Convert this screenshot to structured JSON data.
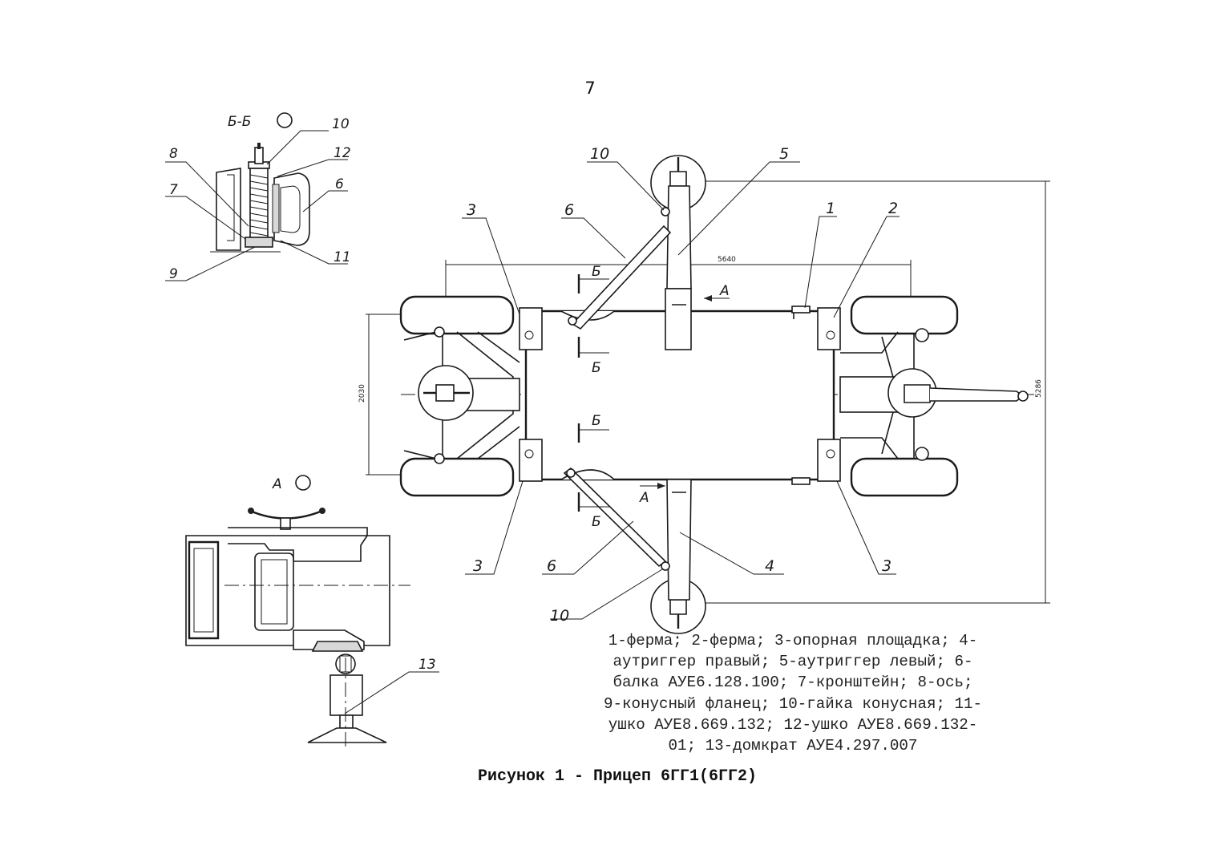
{
  "page_number": "7",
  "views": {
    "section_bb": {
      "title": "Б-Б"
    },
    "view_a": {
      "title": "А"
    }
  },
  "callouts": {
    "c1": "1",
    "c2": "2",
    "c3": "3",
    "c4": "4",
    "c5": "5",
    "c6": "6",
    "c7": "7",
    "c8": "8",
    "c9": "9",
    "c10": "10",
    "c11": "11",
    "c12": "12",
    "c13": "13"
  },
  "section_marks": {
    "b": "Б",
    "a": "А"
  },
  "dimensions": {
    "length": "5640",
    "width": "2030",
    "span": "5286"
  },
  "legend": "1-ферма; 2-ферма; 3-опорная площадка; 4-\nаутриггер правый; 5-аутриггер левый; 6-\nбалка АУЕ6.128.100; 7-кронштейн; 8-ось;\n9-конусный фланец; 10-гайка конусная; 11-\nушко АУЕ8.669.132; 12-ушко АУЕ8.669.132-\n01; 13-домкрат АУЕ4.297.007",
  "caption": "Рисунок 1 - Прицеп 6ГГ1(6ГГ2)"
}
